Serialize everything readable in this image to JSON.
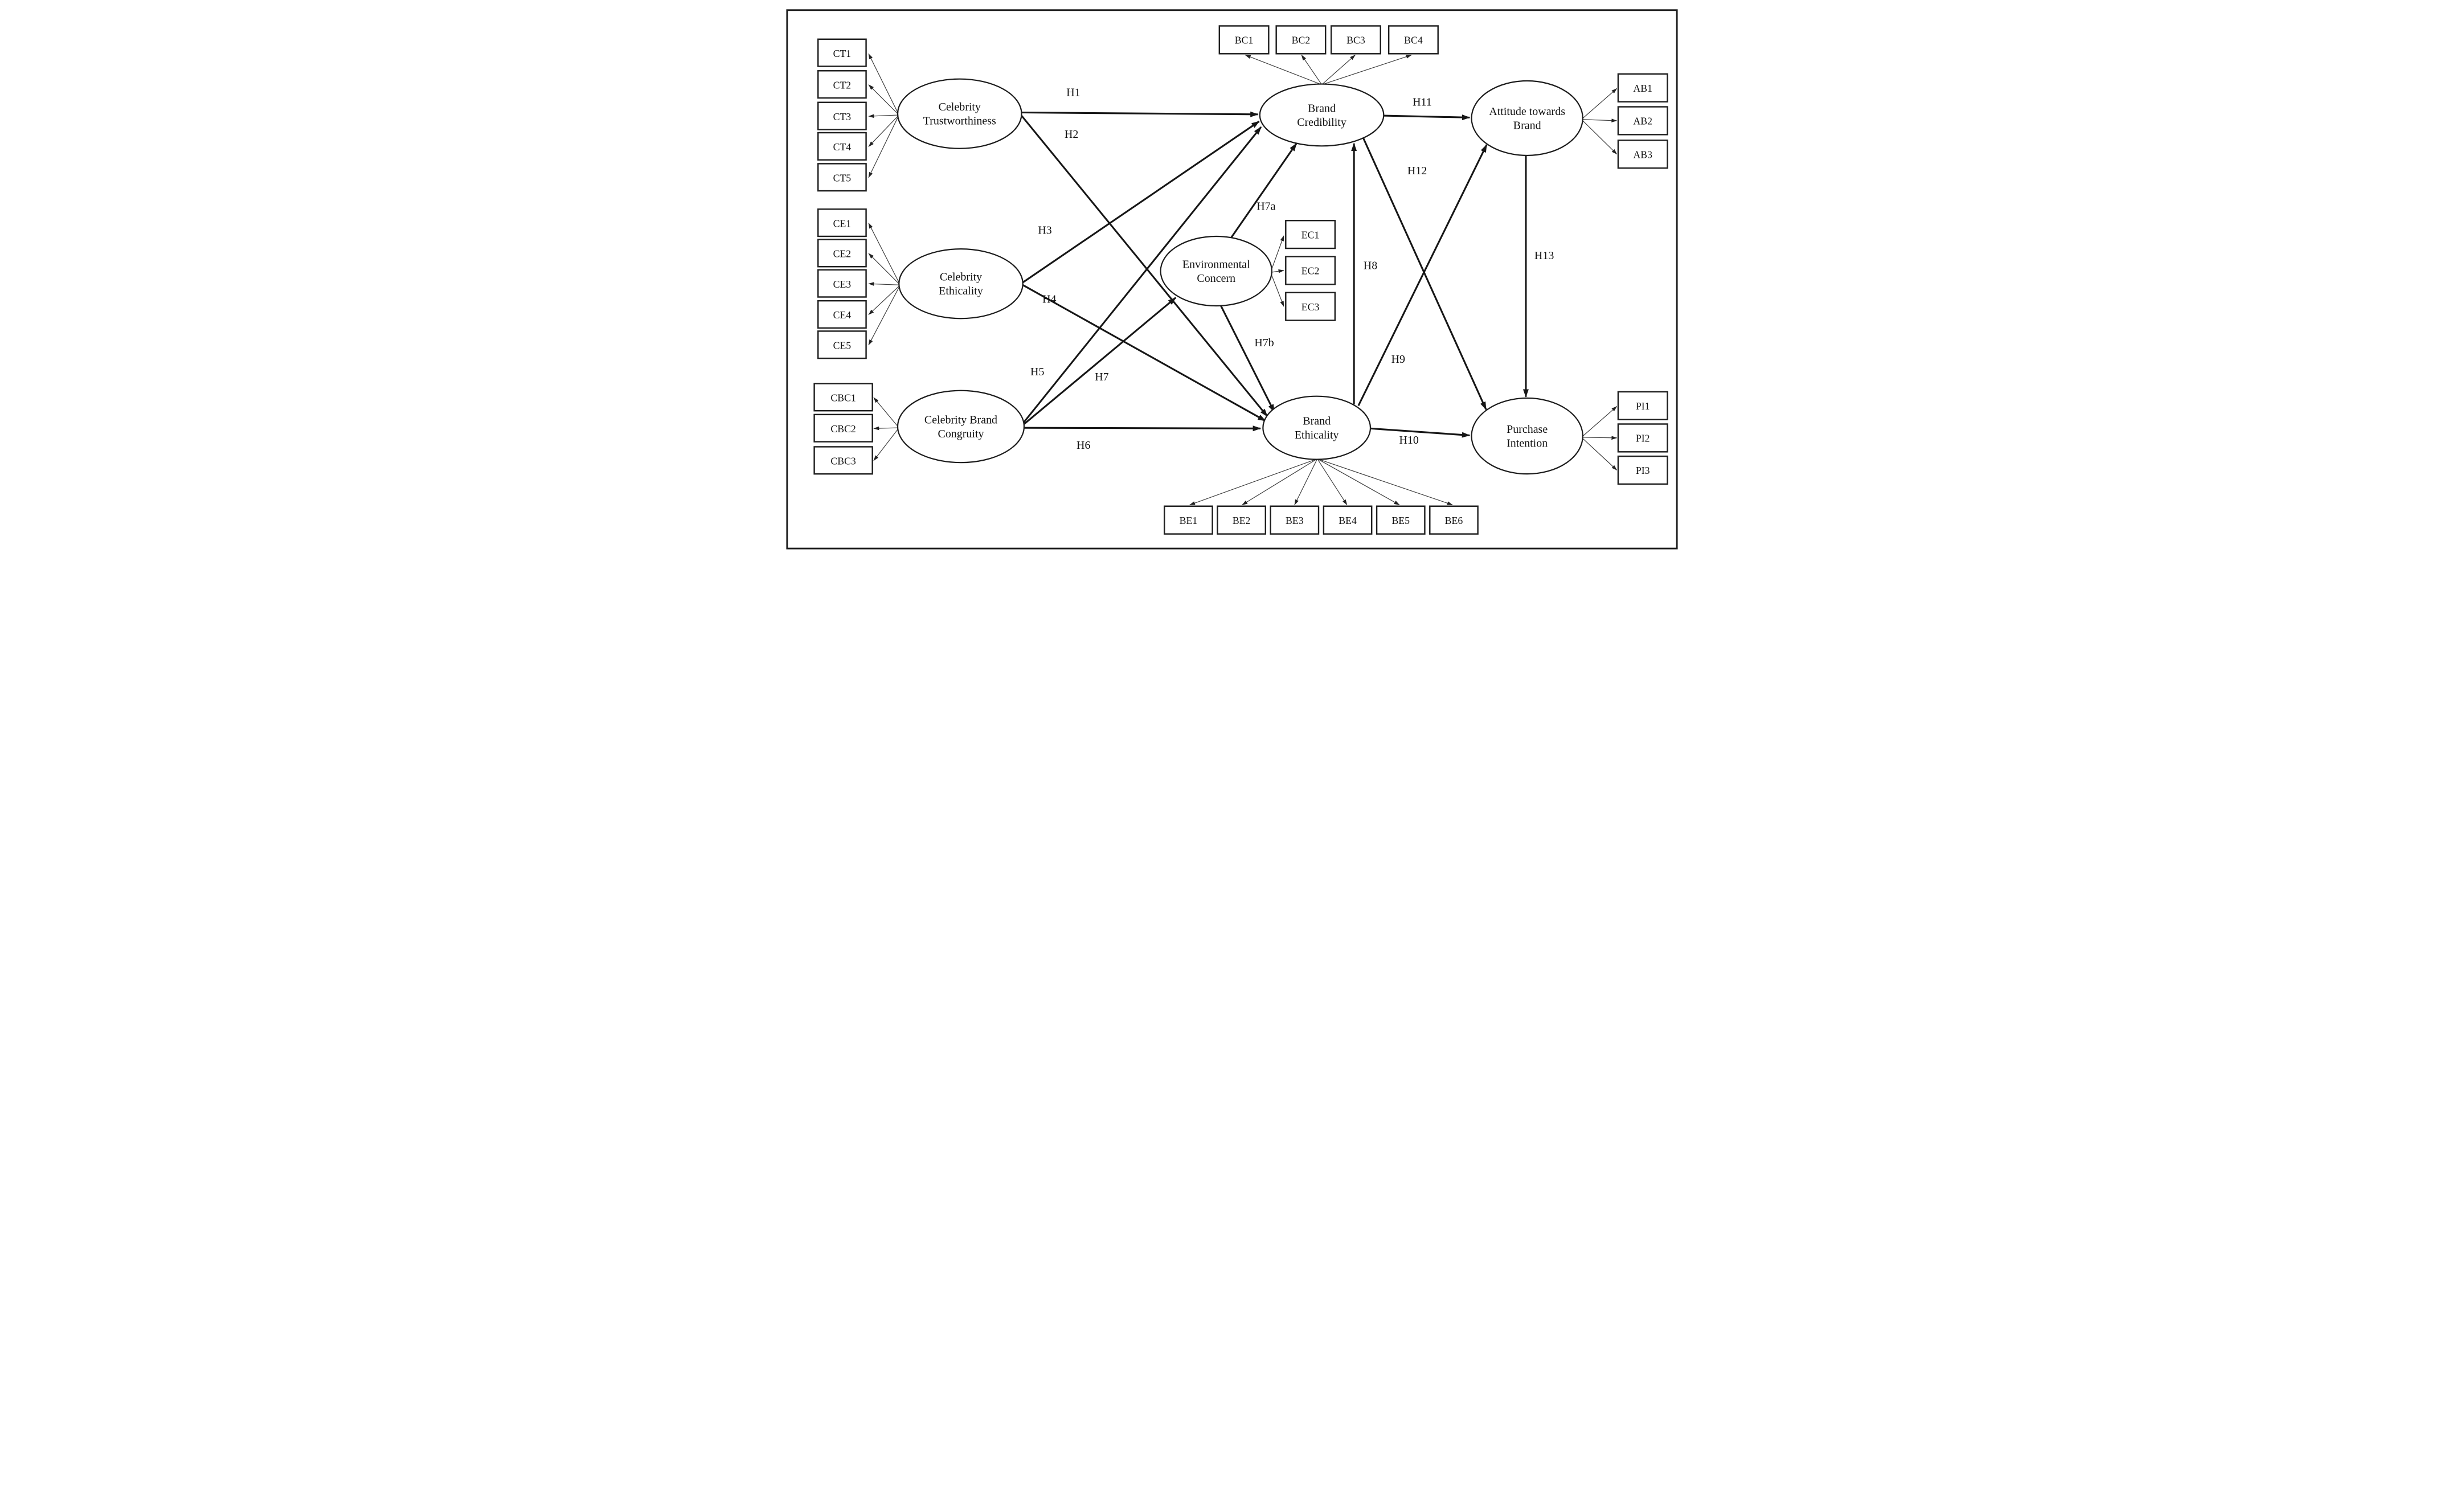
{
  "figure": {
    "type": "sem-path-diagram",
    "background": "#ffffff",
    "line_color": "#1c1c1c",
    "constructs": {
      "celebrity_trustworthiness": {
        "label_line1": "Celebrity",
        "label_line2": "Trustworthiness",
        "indicators": [
          "CT1",
          "CT2",
          "CT3",
          "CT4",
          "CT5"
        ]
      },
      "celebrity_ethicality": {
        "label_line1": "Celebrity",
        "label_line2": "Ethicality",
        "indicators": [
          "CE1",
          "CE2",
          "CE3",
          "CE4",
          "CE5"
        ]
      },
      "celebrity_brand_congruity": {
        "label_line1": "Celebrity Brand",
        "label_line2": "Congruity",
        "indicators": [
          "CBC1",
          "CBC2",
          "CBC3"
        ]
      },
      "brand_credibility": {
        "label_line1": "Brand",
        "label_line2": "Credibility",
        "indicators": [
          "BC1",
          "BC2",
          "BC3",
          "BC4"
        ]
      },
      "environmental_concern": {
        "label_line1": "Environmental",
        "label_line2": "Concern",
        "indicators": [
          "EC1",
          "EC2",
          "EC3"
        ]
      },
      "brand_ethicality": {
        "label_line1": "Brand",
        "label_line2": "Ethicality",
        "indicators": [
          "BE1",
          "BE2",
          "BE3",
          "BE4",
          "BE5",
          "BE6"
        ]
      },
      "attitude_towards_brand": {
        "label_line1": "Attitude towards",
        "label_line2": "Brand",
        "indicators": [
          "AB1",
          "AB2",
          "AB3"
        ]
      },
      "purchase_intention": {
        "label_line1": "Purchase",
        "label_line2": "Intention",
        "indicators": [
          "PI1",
          "PI2",
          "PI3"
        ]
      }
    },
    "hypotheses": [
      {
        "label": "H1",
        "from": "celebrity_trustworthiness",
        "to": "brand_credibility"
      },
      {
        "label": "H2",
        "from": "celebrity_trustworthiness",
        "to": "brand_ethicality"
      },
      {
        "label": "H3",
        "from": "celebrity_ethicality",
        "to": "brand_credibility"
      },
      {
        "label": "H4",
        "from": "celebrity_ethicality",
        "to": "brand_ethicality"
      },
      {
        "label": "H5",
        "from": "celebrity_brand_congruity",
        "to": "brand_credibility"
      },
      {
        "label": "H6",
        "from": "celebrity_brand_congruity",
        "to": "brand_ethicality"
      },
      {
        "label": "H7",
        "from": "celebrity_brand_congruity",
        "to": "environmental_concern"
      },
      {
        "label": "H7a",
        "from": "environmental_concern",
        "to": "brand_credibility"
      },
      {
        "label": "H7b",
        "from": "environmental_concern",
        "to": "brand_ethicality"
      },
      {
        "label": "H8",
        "from": "brand_ethicality",
        "to": "brand_credibility"
      },
      {
        "label": "H9",
        "from": "brand_ethicality",
        "to": "attitude_towards_brand"
      },
      {
        "label": "H10",
        "from": "brand_ethicality",
        "to": "purchase_intention"
      },
      {
        "label": "H11",
        "from": "brand_credibility",
        "to": "attitude_towards_brand"
      },
      {
        "label": "H12",
        "from": "brand_credibility",
        "to": "purchase_intention"
      },
      {
        "label": "H13",
        "from": "attitude_towards_brand",
        "to": "purchase_intention"
      }
    ]
  }
}
